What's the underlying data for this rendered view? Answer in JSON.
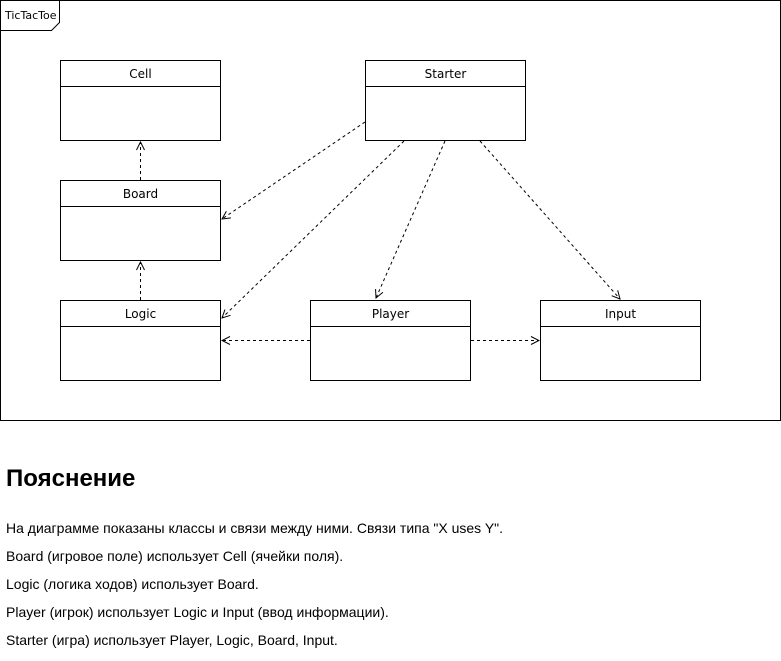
{
  "diagram": {
    "frame_title": "TicTacToe",
    "classes": {
      "cell": "Cell",
      "starter": "Starter",
      "board": "Board",
      "logic": "Logic",
      "player": "Player",
      "input": "Input"
    },
    "relations": [
      {
        "from": "Board",
        "to": "Cell",
        "type": "uses"
      },
      {
        "from": "Logic",
        "to": "Board",
        "type": "uses"
      },
      {
        "from": "Player",
        "to": "Logic",
        "type": "uses"
      },
      {
        "from": "Player",
        "to": "Input",
        "type": "uses"
      },
      {
        "from": "Starter",
        "to": "Player",
        "type": "uses"
      },
      {
        "from": "Starter",
        "to": "Logic",
        "type": "uses"
      },
      {
        "from": "Starter",
        "to": "Board",
        "type": "uses"
      },
      {
        "from": "Starter",
        "to": "Input",
        "type": "uses"
      }
    ]
  },
  "explanation": {
    "heading": "Пояснение",
    "lines": [
      "На диаграмме показаны классы и связи между ними. Связи типа \"X uses Y\".",
      "Board (игровое поле) использует Cell (ячейки поля).",
      "Logic (логика ходов) использует Board.",
      "Player (игрок) использует Logic и Input (ввод информации).",
      "Starter (игра) использует Player, Logic, Board, Input."
    ]
  },
  "colors": {
    "line": "#000000",
    "background": "#ffffff"
  }
}
